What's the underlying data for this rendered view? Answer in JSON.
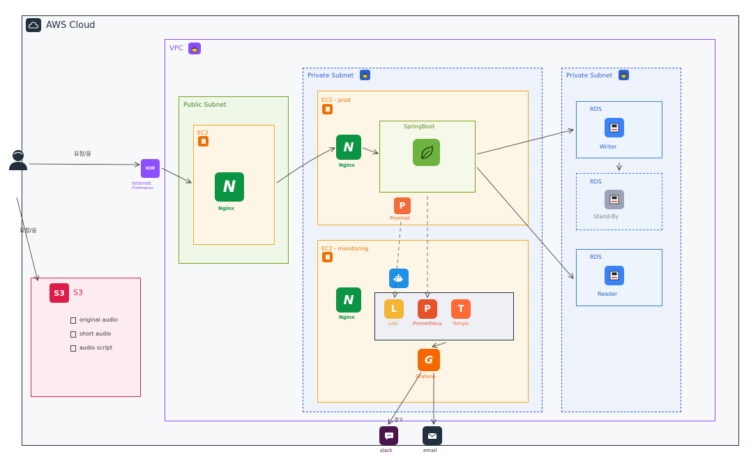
{
  "aws_cloud": {
    "title": "AWS Cloud"
  },
  "vpc": {
    "title": "VPC"
  },
  "public_subnet": {
    "title": "Public Subnet",
    "ec2_label": "EC2",
    "nginx_label": "Nginx",
    "nginx_glyph": "N"
  },
  "private_subnet_a": {
    "title": "Private Subnet",
    "ec2_prod": {
      "title": "EC2 - prod",
      "nginx_label": "Nginx",
      "nginx_glyph": "N",
      "springboot_label": "SpringBoot",
      "promtail_label": "Promtail",
      "promtail_glyph": "P"
    },
    "ec2_monitoring": {
      "title": "EC2 - monitoring",
      "nginx_label": "Nginx",
      "nginx_glyph": "N",
      "loki_label": "Loki",
      "loki_glyph": "L",
      "prometheus_label": "Prometheus",
      "prometheus_glyph": "P",
      "tempo_label": "Tempo",
      "tempo_glyph": "T",
      "grafana_label": "Grafana",
      "grafana_glyph": "G"
    }
  },
  "private_subnet_b": {
    "title": "Private Subnet",
    "rds": [
      {
        "title": "RDS",
        "role": "Writer"
      },
      {
        "title": "RDS",
        "role": "Stand-By"
      },
      {
        "title": "RDS",
        "role": "Reader"
      }
    ]
  },
  "user": {
    "request_label_1": "요청/응",
    "request_label_2": "요청/응"
  },
  "igw": {
    "glyph": "IGW",
    "label_line1": "Internet",
    "label_line2": "Gateway"
  },
  "s3": {
    "glyph": "S3",
    "title": "S3",
    "items": [
      "original audio",
      "short audio",
      "audio script"
    ]
  },
  "alerts": {
    "label": "경고",
    "slack_label": "slack",
    "email_label": "email"
  },
  "colors": {
    "vpc": "#8c4fff",
    "public_subnet": "#7aa116",
    "private_subnet": "#2c5fcc",
    "ec2": "#ed7100",
    "nginx": "#0b9444",
    "springboot": "#6db33f",
    "promtail": "#f26b3a",
    "loki": "#f4b434",
    "prometheus": "#e6522c",
    "tempo": "#ff6b35",
    "grafana": "#f46800",
    "rds": "#3b82f6",
    "s3": "#dd1c4a",
    "slack": "#4a154b",
    "email": "#232f3e"
  }
}
